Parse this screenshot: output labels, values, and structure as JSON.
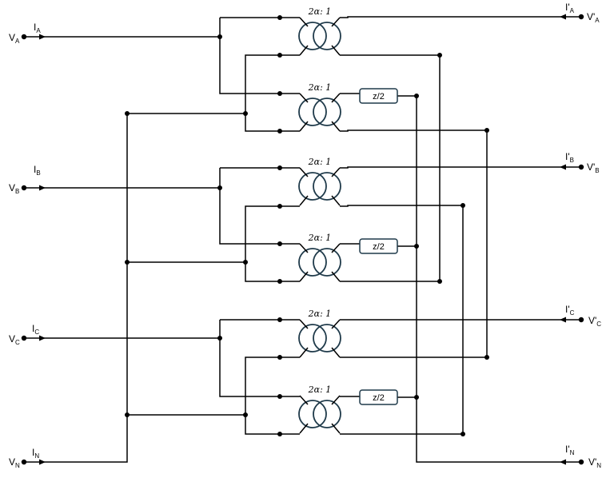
{
  "terminals_left": [
    {
      "voltage": "V",
      "voltage_sub": "A",
      "current": "I",
      "current_sub": "A"
    },
    {
      "voltage": "V",
      "voltage_sub": "B",
      "current": "I",
      "current_sub": "B"
    },
    {
      "voltage": "V",
      "voltage_sub": "C",
      "current": "I",
      "current_sub": "C"
    },
    {
      "voltage": "V",
      "voltage_sub": "N",
      "current": "I",
      "current_sub": "N"
    }
  ],
  "terminals_right": [
    {
      "voltage": "V'",
      "voltage_sub": "A",
      "current": "I'",
      "current_sub": "A"
    },
    {
      "voltage": "V'",
      "voltage_sub": "B",
      "current": "I'",
      "current_sub": "B"
    },
    {
      "voltage": "V'",
      "voltage_sub": "C",
      "current": "I'",
      "current_sub": "C"
    },
    {
      "voltage": "V'",
      "voltage_sub": "N",
      "current": "I'",
      "current_sub": "N"
    }
  ],
  "transformer_ratio": "2α: 1",
  "impedance_label": "z/2",
  "colors": {
    "wire": "#000000",
    "component": "#1f3a4a"
  }
}
